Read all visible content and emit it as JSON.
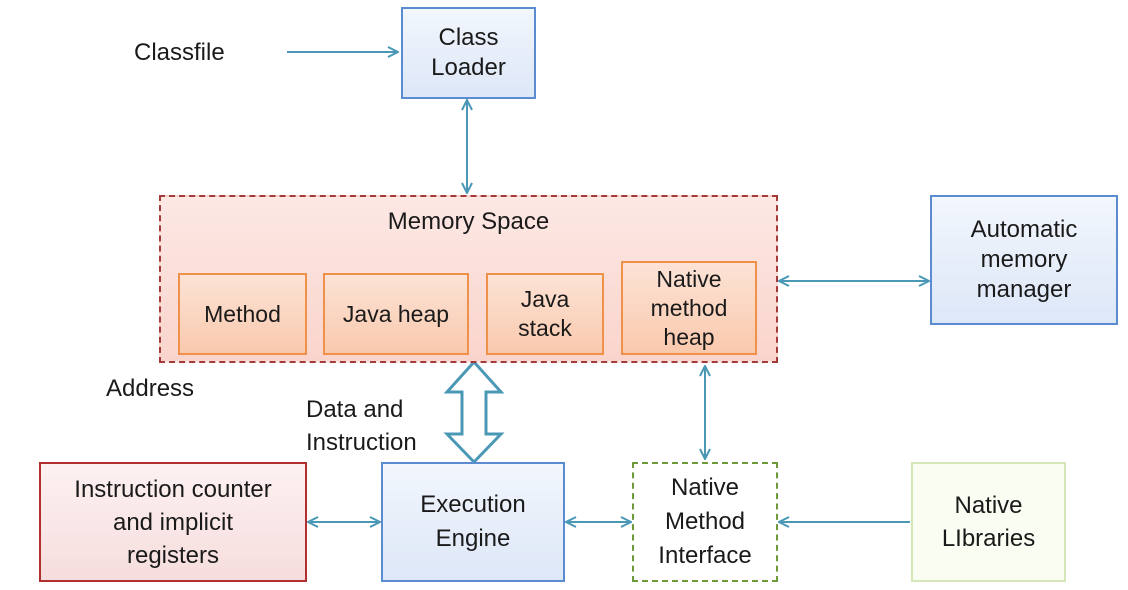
{
  "diagram": {
    "classfile_label": "Classfile",
    "class_loader": [
      "Class",
      "Loader"
    ],
    "memory_space": {
      "title": "Memory Space",
      "areas": [
        [
          "Method"
        ],
        [
          "Java heap"
        ],
        [
          "Java",
          "stack"
        ],
        [
          "Native",
          "method",
          "heap"
        ]
      ]
    },
    "automatic_memory_manager": [
      "Automatic",
      "memory",
      "manager"
    ],
    "address_label": "Address",
    "data_instruction_label": [
      "Data and",
      "Instruction"
    ],
    "instruction_counter": [
      "Instruction counter",
      "and implicit",
      "registers"
    ],
    "execution_engine": [
      "Execution",
      "Engine"
    ],
    "native_method_interface": [
      "Native",
      "Method",
      "Interface"
    ],
    "native_libraries": [
      "Native",
      "LIbraries"
    ],
    "colors": {
      "connector": "#4a98b6",
      "blue_border": "#5b8bd0",
      "red_border": "#b22f2f",
      "orange_border": "#f0914a",
      "green_border": "#6f9a3a"
    }
  }
}
